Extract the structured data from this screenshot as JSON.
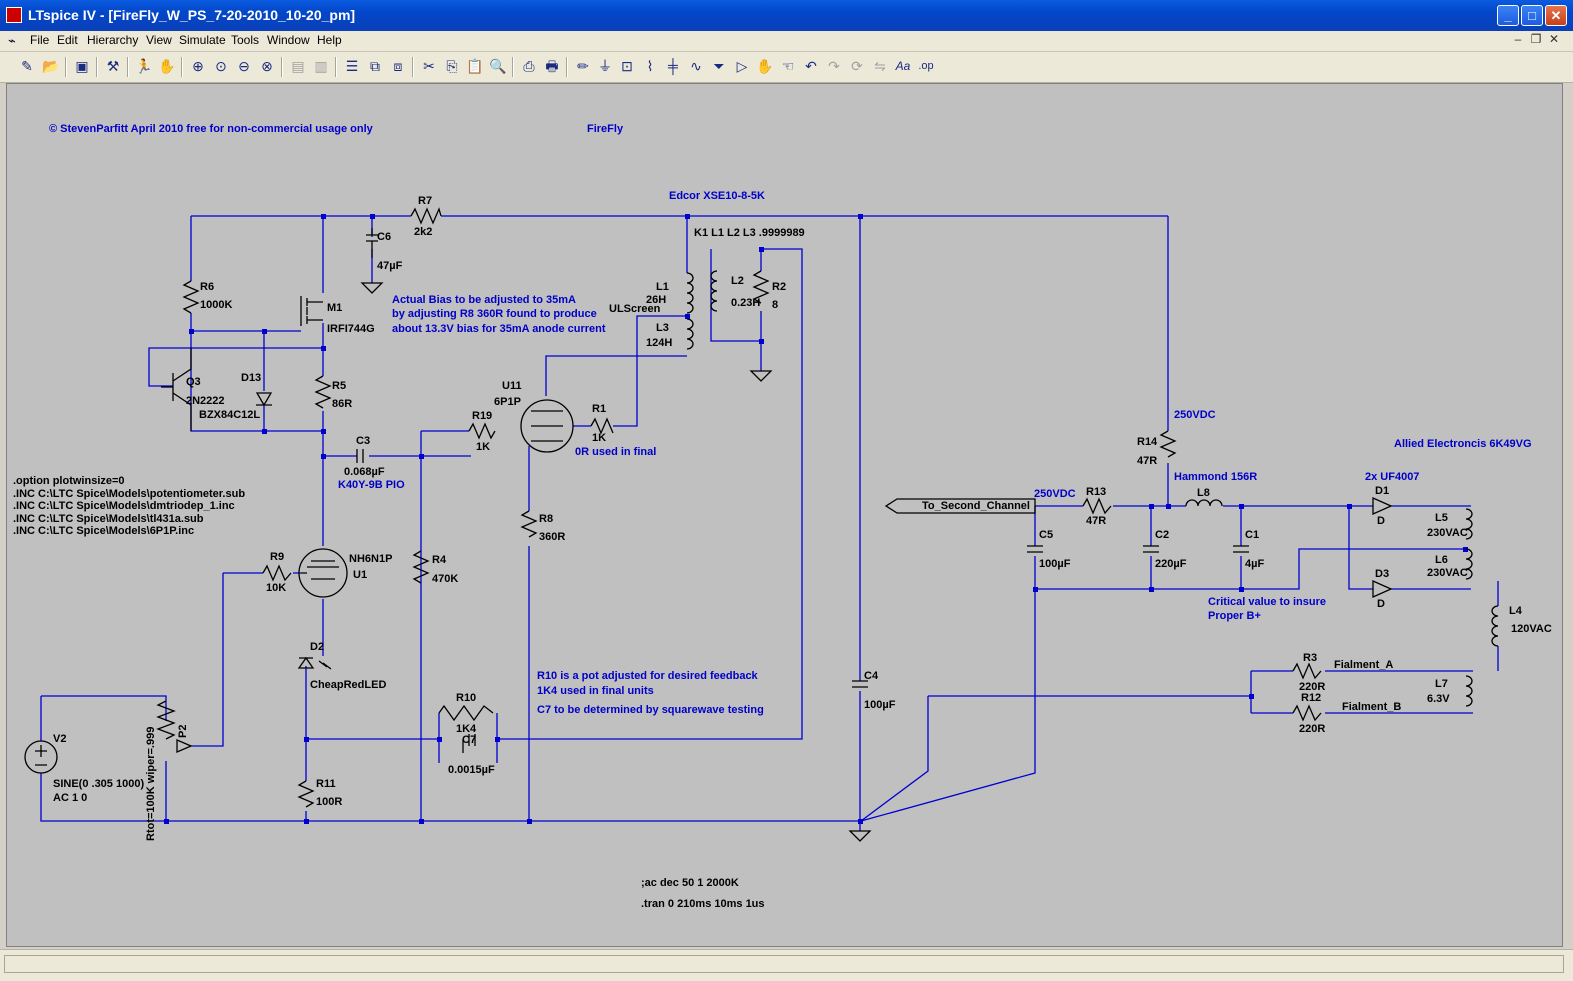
{
  "window": {
    "title": "LTspice IV - [FireFly_W_PS_7-20-2010_10-20_pm]"
  },
  "menu": {
    "items": [
      "File",
      "Edit",
      "Hierarchy",
      "View",
      "Simulate",
      "Tools",
      "Window",
      "Help"
    ]
  },
  "toolbar": {
    "tools": [
      "new-schematic-icon",
      "open-icon",
      "save-icon",
      "control-panel-icon",
      "run-icon",
      "halt-icon",
      "zoom-in-icon",
      "zoom-pan-icon",
      "zoom-out-icon",
      "zoom-cancel-icon",
      "tile-horizontal-icon",
      "tile-vertical-icon",
      "cascade-icon",
      "close-all-icon",
      "arrange-icon",
      "cut-icon",
      "copy-icon",
      "paste-icon",
      "find-icon",
      "print-setup-icon",
      "print-icon",
      "draw-wire-icon",
      "ground-icon",
      "label-net-icon",
      "resistor-icon",
      "capacitor-icon",
      "inductor-icon",
      "diode-icon",
      "component-icon",
      "move-icon",
      "drag-icon",
      "undo-icon",
      "redo-icon",
      "rotate-icon",
      "mirror-icon",
      "text-icon",
      "spice-directive-icon"
    ]
  },
  "schematic": {
    "header": {
      "copyright": "© StevenParfitt April 2010 free for non-commercial usage only",
      "name": "FireFly"
    },
    "transformer": {
      "label": "Edcor XSE10-8-5K",
      "coupling": "K1 L1 L2 L3 .9999989"
    },
    "notes": {
      "bias": [
        "Actual Bias to be adjusted to 35mA",
        "by adjusting R8 360R found to produce",
        "about 13.3V bias for 35mA anode current"
      ],
      "ulscreen": "ULScreen",
      "r1_note": "0R used in final",
      "feedback": [
        "R10 is a pot adjusted for desired feedback",
        "1K4 used in final units"
      ],
      "c7_note": "C7 to be determined by squarewave testing",
      "critical": [
        "Critical value to insure",
        "Proper B+"
      ],
      "allied": "Allied Electroncis 6K49VG",
      "hammond": "Hammond 156R",
      "rectifier": "2x UF4007",
      "b_plus_1": "250VDC",
      "b_plus_2": "250VDC",
      "to_second": "To_Second_Channel",
      "fil_a": "Fialment_A",
      "fil_b": "Fialment_B",
      "k40y": "K40Y-9B PIO"
    },
    "directives": [
      ".option plotwinsize=0",
      ".INC C:\\LTC Spice\\Models\\potentiometer.sub",
      ".INC C:\\LTC Spice\\Models\\dmtriodep_1.inc",
      ".INC C:\\LTC Spice\\Models\\tl431a.sub",
      ".INC C:\\LTC Spice\\Models\\6P1P.inc"
    ],
    "analysis": {
      "ac": ";ac dec 50 1 2000K",
      "tran": ".tran 0 210ms 10ms 1us"
    },
    "source": {
      "name": "V2",
      "value": "SINE(0 .305 1000)",
      "ac": "AC 1 0"
    },
    "pot": {
      "name": "P2",
      "value": "Rtot=100K wiper=.999"
    },
    "components": [
      {
        "ref": "R7",
        "value": "2k2"
      },
      {
        "ref": "C6",
        "value": "47µF"
      },
      {
        "ref": "R6",
        "value": "1000K"
      },
      {
        "ref": "M1",
        "value": "IRFI744G"
      },
      {
        "ref": "Q3",
        "value": "2N2222"
      },
      {
        "ref": "D13",
        "value": "BZX84C12L"
      },
      {
        "ref": "R5",
        "value": "86R"
      },
      {
        "ref": "C3",
        "value": "0.068µF"
      },
      {
        "ref": "R9",
        "value": "10K"
      },
      {
        "ref": "U1",
        "value": "NH6N1P"
      },
      {
        "ref": "D2",
        "value": "CheapRedLED"
      },
      {
        "ref": "R11",
        "value": "100R"
      },
      {
        "ref": "R4",
        "value": "470K"
      },
      {
        "ref": "R10",
        "value": "1K4"
      },
      {
        "ref": "C7",
        "value": "0.0015µF"
      },
      {
        "ref": "R19",
        "value": "1K"
      },
      {
        "ref": "U11",
        "value": "6P1P"
      },
      {
        "ref": "R1",
        "value": "1K"
      },
      {
        "ref": "R8",
        "value": "360R"
      },
      {
        "ref": "L1",
        "value": "26H"
      },
      {
        "ref": "L3",
        "value": "124H"
      },
      {
        "ref": "L2",
        "value": "0.23H"
      },
      {
        "ref": "R2",
        "value": "8"
      },
      {
        "ref": "C4",
        "value": "100µF"
      },
      {
        "ref": "R14",
        "value": "47R"
      },
      {
        "ref": "R13",
        "value": "47R"
      },
      {
        "ref": "C5",
        "value": "100µF"
      },
      {
        "ref": "C2",
        "value": "220µF"
      },
      {
        "ref": "L8",
        "value": ""
      },
      {
        "ref": "C1",
        "value": "4µF"
      },
      {
        "ref": "D1",
        "value": "D"
      },
      {
        "ref": "D3",
        "value": "D"
      },
      {
        "ref": "L5",
        "value": "230VAC"
      },
      {
        "ref": "L6",
        "value": "230VAC"
      },
      {
        "ref": "L4",
        "value": "120VAC"
      },
      {
        "ref": "R3",
        "value": "220R"
      },
      {
        "ref": "R12",
        "value": "220R"
      },
      {
        "ref": "L7",
        "value": "6.3V"
      }
    ]
  },
  "colors": {
    "wire": "#0000d0",
    "text_blue": "#0000c8",
    "text_black": "#000000",
    "canvas": "#c0c0c0"
  }
}
